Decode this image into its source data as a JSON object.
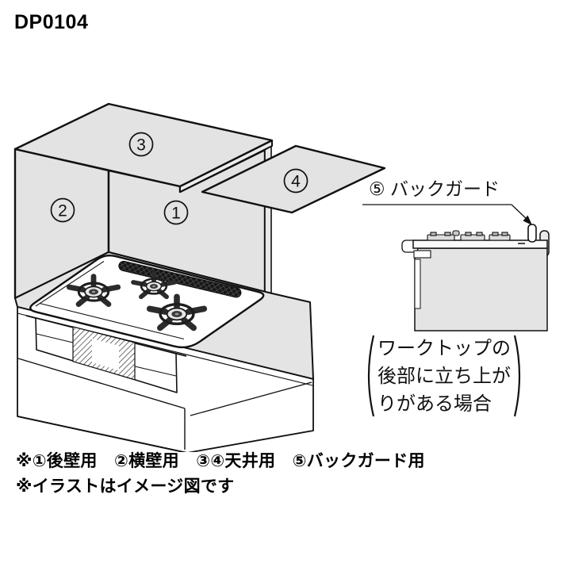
{
  "header": {
    "code": "DP0104"
  },
  "illustration": {
    "panel_labels": {
      "back_wall": "1",
      "side_wall": "2",
      "ceiling_a": "3",
      "ceiling_b": "4"
    }
  },
  "backguard": {
    "label": "⑤ バックガード",
    "caption_lines": [
      "ワークトップの",
      "後部に立ち上が",
      "りがある場合"
    ]
  },
  "notes": {
    "usage": "※①後壁用　②横壁用　③④天井用　⑤バックガード用",
    "disclaimer": "※イラストはイメージ図です"
  },
  "colors": {
    "line": "#111111",
    "panel_fill": "#e3e3e3",
    "counter_fill": "#e4e4e4",
    "surface": "#ffffff",
    "grille_dark": "#1a1a1a"
  }
}
